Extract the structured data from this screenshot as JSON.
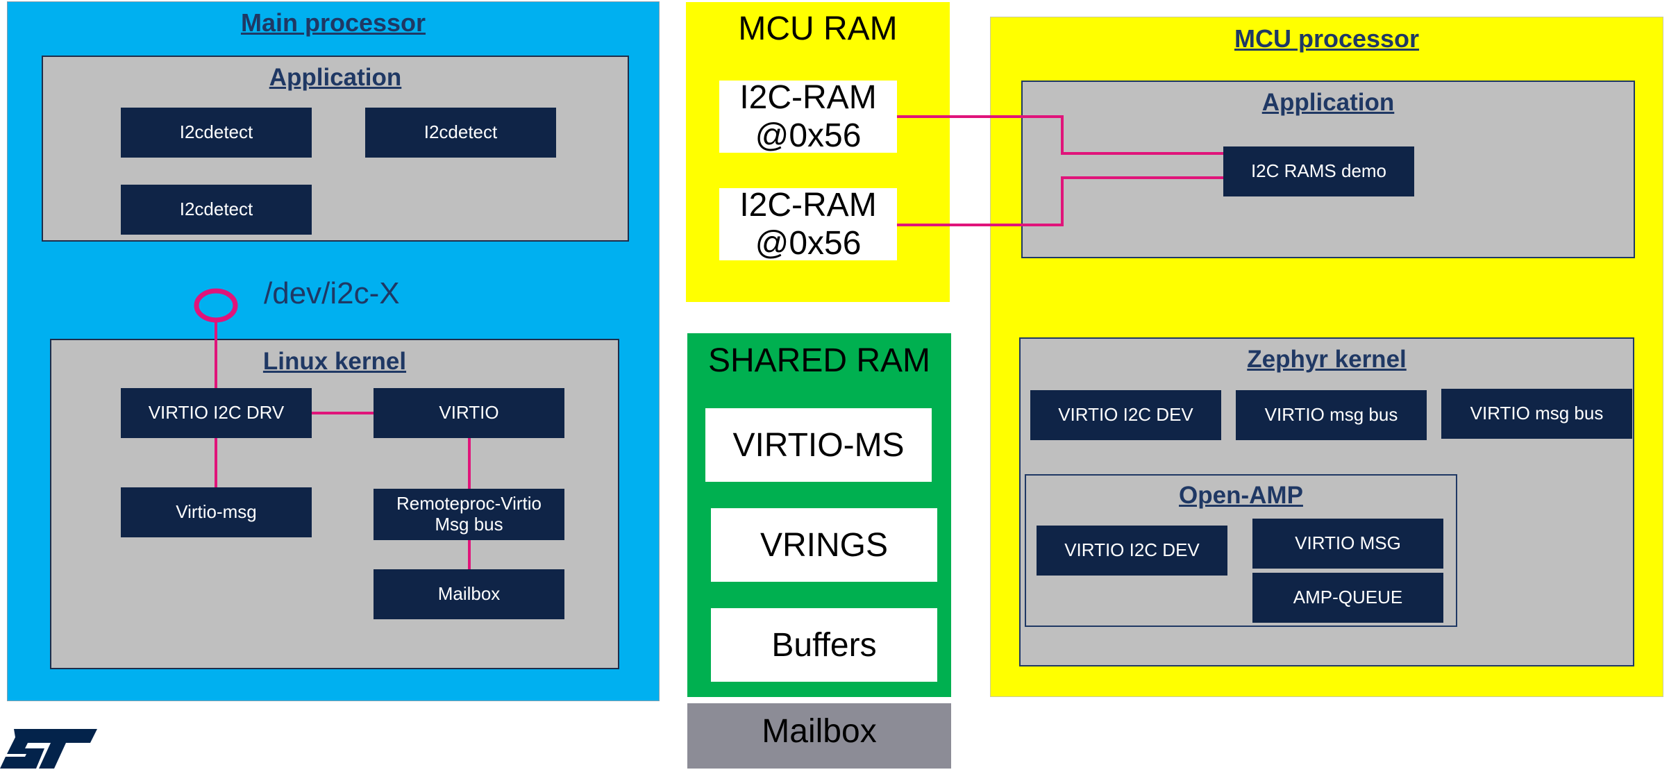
{
  "main_processor": {
    "title": "Main processor",
    "application": {
      "title": "Application",
      "boxes": [
        "I2cdetect",
        "I2cdetect",
        "I2cdetect"
      ]
    },
    "dev_label": "/dev/i2c-X",
    "kernel": {
      "title": "Linux kernel",
      "virtio_i2c_drv": "VIRTIO I2C DRV",
      "virtio": "VIRTIO",
      "virtio_msg": "Virtio-msg",
      "remoteproc_line1": "Remoteproc-Virtio",
      "remoteproc_line2": "Msg bus",
      "mailbox": "Mailbox"
    }
  },
  "mcu_ram": {
    "title": "MCU RAM",
    "ram1_line1": "I2C-RAM",
    "ram1_line2": "@0x56",
    "ram2_line1": "I2C-RAM",
    "ram2_line2": "@0x56"
  },
  "shared_ram": {
    "title": "SHARED RAM",
    "items": [
      "VIRTIO-MS",
      "VRINGS",
      "Buffers"
    ]
  },
  "mailbox_block": {
    "label": "Mailbox"
  },
  "mcu_processor": {
    "title": "MCU processor",
    "application": {
      "title": "Application",
      "demo": "I2C RAMS demo"
    },
    "zephyr": {
      "title": "Zephyr kernel",
      "boxes": [
        "VIRTIO I2C DEV",
        "VIRTIO msg bus",
        "VIRTIO msg bus"
      ]
    },
    "openamp": {
      "title": "Open-AMP",
      "i2c_dev": "VIRTIO I2C DEV",
      "virtio_msg": "VIRTIO MSG",
      "amp_queue": "AMP-QUEUE"
    }
  },
  "colors": {
    "main_bg": "#00b0f0",
    "mcu_bg": "#ffff00",
    "shared_bg": "#00b050",
    "mailbox_bg": "#8c8c96",
    "block_bg": "#bfbfbf",
    "box_bg": "#0f2447",
    "connector": "#e0147a",
    "logo": "#03234b"
  },
  "logo": {
    "name": "st-logo"
  }
}
